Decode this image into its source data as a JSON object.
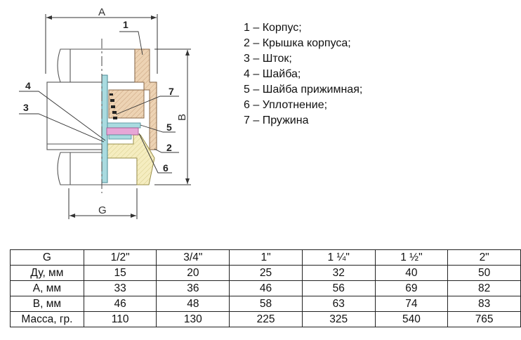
{
  "diagram": {
    "dimension_labels": {
      "a": "A",
      "b": "B",
      "g": "G"
    },
    "callouts": [
      "1",
      "2",
      "3",
      "4",
      "5",
      "6",
      "7"
    ]
  },
  "legend": [
    "1 – Корпус;",
    "2 – Крышка корпуса;",
    "3 – Шток;",
    "4 – Шайба;",
    "5 – Шайба прижимная;",
    "6 – Уплотнение;",
    "7 – Пружина"
  ],
  "colors": {
    "body_hatch": "#e8c9a8",
    "cap": "#f3eab8",
    "stem": "#a9dbe0",
    "washer": "#e7a6d6"
  },
  "table": {
    "rows": [
      {
        "label": "G",
        "values": [
          "1/2\"",
          "3/4\"",
          "1\"",
          "1 ¼\"",
          "1 ½\"",
          "2\""
        ]
      },
      {
        "label": "Ду, мм",
        "values": [
          "15",
          "20",
          "25",
          "32",
          "40",
          "50"
        ]
      },
      {
        "label": "А, мм",
        "values": [
          "33",
          "36",
          "46",
          "56",
          "69",
          "82"
        ]
      },
      {
        "label": "В, мм",
        "values": [
          "46",
          "48",
          "58",
          "63",
          "74",
          "83"
        ]
      },
      {
        "label": "Масса, гр.",
        "values": [
          "110",
          "130",
          "225",
          "325",
          "540",
          "765"
        ]
      }
    ]
  }
}
